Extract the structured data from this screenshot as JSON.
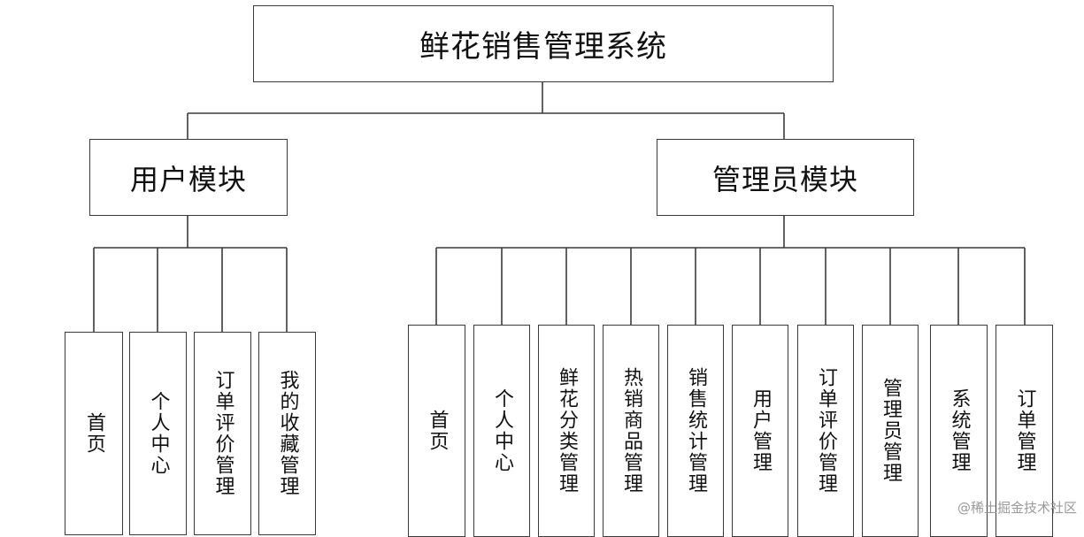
{
  "root": {
    "label": "鲜花销售管理系统"
  },
  "modules": [
    {
      "label": "用户模块",
      "children": [
        "首页",
        "个人中心",
        "订单评价管理",
        "我的收藏管理"
      ]
    },
    {
      "label": "管理员模块",
      "children": [
        "首页",
        "个人中心",
        "鲜花分类管理",
        "热销商品管理",
        "销售统计管理",
        "用户管理",
        "订单评价管理",
        "管理员管理",
        "系统管理",
        "订单管理"
      ]
    }
  ],
  "watermark": "@稀土掘金技术社区"
}
